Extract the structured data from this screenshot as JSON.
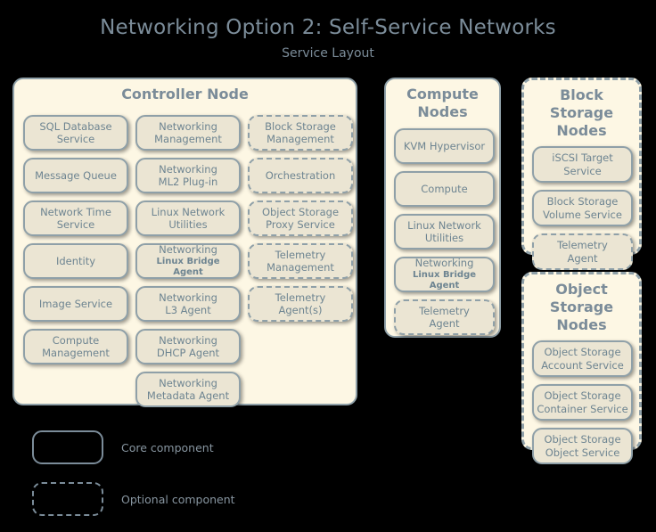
{
  "header": {
    "title": "Networking Option 2: Self-Service Networks",
    "subtitle": "Service Layout"
  },
  "controller_node": {
    "title": "Controller Node",
    "columns": [
      {
        "services": [
          {
            "line1": "SQL Database",
            "line2": "Service",
            "optional": false
          },
          {
            "line1": "Message Queue",
            "line2": "",
            "optional": false
          },
          {
            "line1": "Network Time",
            "line2": "Service",
            "optional": false
          },
          {
            "line1": "Identity",
            "line2": "",
            "optional": false
          },
          {
            "line1": "Image Service",
            "line2": "",
            "optional": false
          },
          {
            "line1": "Compute",
            "line2": "Management",
            "optional": false
          }
        ]
      },
      {
        "services": [
          {
            "line1": "Networking",
            "line2": "Management",
            "optional": false
          },
          {
            "line1": "Networking",
            "line2": "ML2 Plug-in",
            "optional": false
          },
          {
            "line1": "Linux Network",
            "line2": "Utilities",
            "optional": false
          },
          {
            "line1": "Networking",
            "line2": "Linux Bridge Agent",
            "optional": false,
            "small_second_line": true
          },
          {
            "line1": "Networking",
            "line2": "L3 Agent",
            "optional": false
          },
          {
            "line1": "Networking",
            "line2": "DHCP Agent",
            "optional": false
          },
          {
            "line1": "Networking",
            "line2": "Metadata Agent",
            "optional": false
          }
        ]
      },
      {
        "services": [
          {
            "line1": "Block Storage",
            "line2": "Management",
            "optional": true
          },
          {
            "line1": "Orchestration",
            "line2": "",
            "optional": true
          },
          {
            "line1": "Object Storage",
            "line2": "Proxy Service",
            "optional": true
          },
          {
            "line1": "Telemetry",
            "line2": "Management",
            "optional": true
          },
          {
            "line1": "Telemetry",
            "line2": "Agent(s)",
            "optional": true
          }
        ]
      }
    ]
  },
  "compute_nodes": {
    "title": "Compute Nodes",
    "optional_container": false,
    "services": [
      {
        "line1": "KVM Hypervisor",
        "line2": "",
        "optional": false
      },
      {
        "line1": "Compute",
        "line2": "",
        "optional": false
      },
      {
        "line1": "Linux Network",
        "line2": "Utilities",
        "optional": false
      },
      {
        "line1": "Networking",
        "line2": "Linux Bridge Agent",
        "optional": false,
        "small_second_line": true
      },
      {
        "line1": "Telemetry",
        "line2": "Agent",
        "optional": true
      }
    ]
  },
  "block_storage_nodes": {
    "title": "Block Storage Nodes",
    "optional_container": true,
    "services": [
      {
        "line1": "iSCSI Target",
        "line2": "Service",
        "optional": false
      },
      {
        "line1": "Block Storage",
        "line2": "Volume Service",
        "optional": false
      },
      {
        "line1": "Telemetry",
        "line2": "Agent",
        "optional": true
      }
    ]
  },
  "object_storage_nodes": {
    "title": "Object Storage Nodes",
    "optional_container": true,
    "services": [
      {
        "line1": "Object Storage",
        "line2": "Account Service",
        "optional": false
      },
      {
        "line1": "Object Storage",
        "line2": "Container Service",
        "optional": false
      },
      {
        "line1": "Object Storage",
        "line2": "Object Service",
        "optional": false
      }
    ]
  },
  "legend": {
    "core_label": "Core component",
    "optional_label": "Optional component"
  },
  "colors": {
    "background": "#000000",
    "container_fill": "#fdf7e4",
    "service_fill": "#ebe5d3",
    "border": "#8fa0a8",
    "title_text": "#7b8c99",
    "service_text": "#6d8491"
  }
}
